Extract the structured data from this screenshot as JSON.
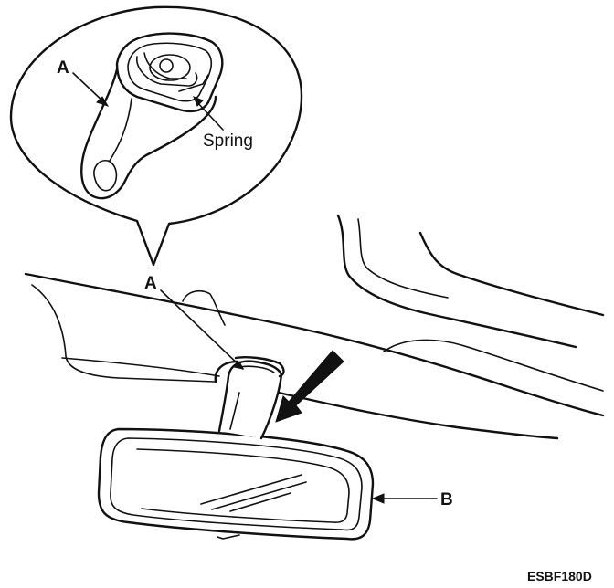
{
  "labels": {
    "a_detail": "A",
    "spring": "Spring",
    "a_main": "A",
    "b": "B",
    "figure_code": "ESBF180D"
  },
  "colors": {
    "line": "#111111",
    "background": "#ffffff"
  }
}
